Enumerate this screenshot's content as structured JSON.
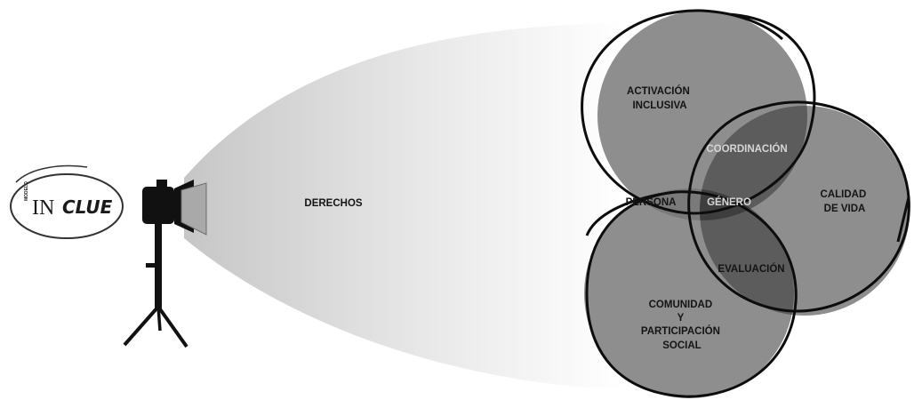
{
  "logo": {
    "small_text": "MODELO",
    "in_text": "IN",
    "clue_text": "CLUE"
  },
  "beam": {
    "label": "DERECHOS"
  },
  "venn": {
    "circle_top": [
      "ACTIVACIÓN",
      "INCLUSIVA"
    ],
    "circle_right": [
      "CALIDAD",
      "DE VIDA"
    ],
    "circle_bottom": [
      "COMUNIDAD",
      "Y",
      "PARTICIPACIÓN",
      "SOCIAL"
    ],
    "overlap_top_right": "COORDINACIÓN",
    "overlap_top_bottom": "PERSONA",
    "overlap_center": "GÉNERO",
    "overlap_right_bottom": "EVALUACIÓN"
  },
  "colors": {
    "circle_fill": "#8e8e8e",
    "overlap_fill": "#5a5a5a",
    "center_fill": "#3c3c3c",
    "outline": "#0d0d0d",
    "beam_start": "#c8c8c8",
    "beam_end": "#ffffff"
  }
}
